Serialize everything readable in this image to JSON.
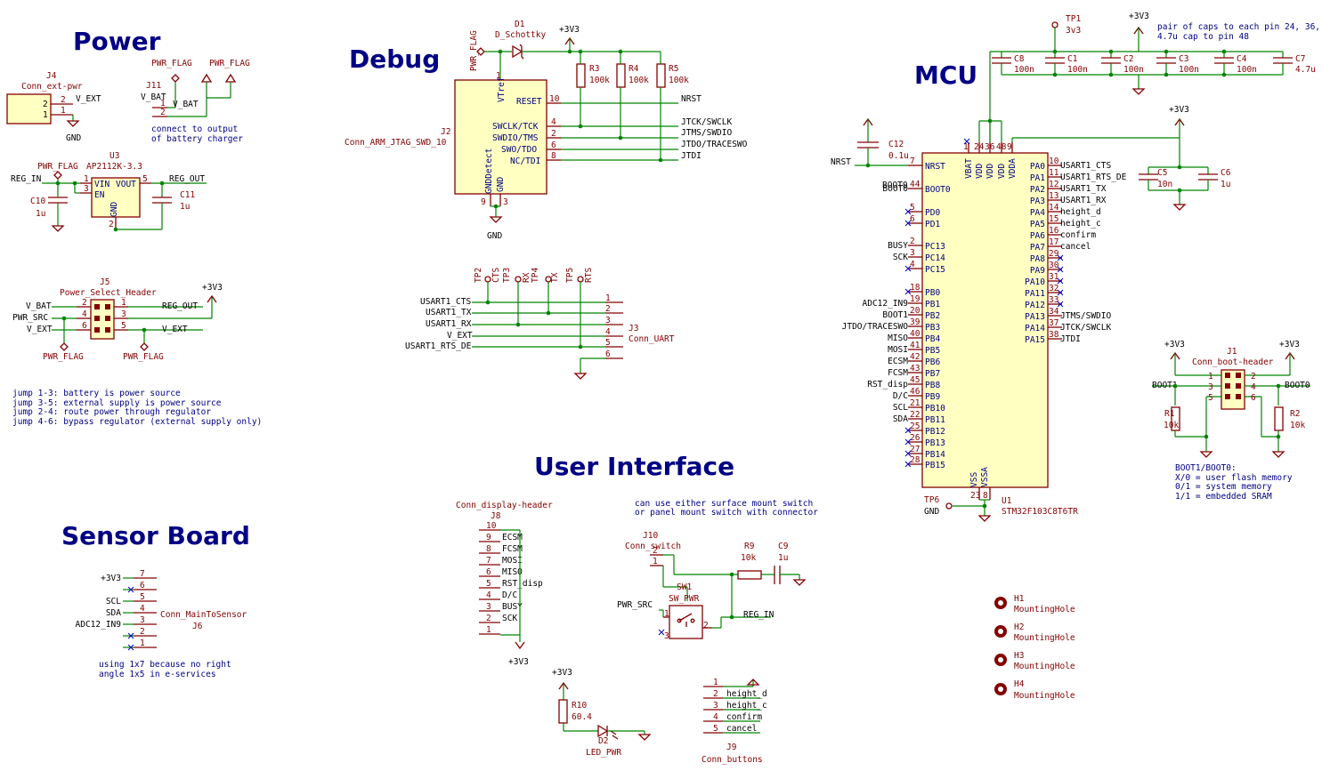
{
  "titles": {
    "power": "Power",
    "debug": "Debug",
    "mcu": "MCU",
    "ui": "User Interface",
    "sensor": "Sensor Board"
  },
  "power": {
    "j4_ref": "J4",
    "j4_val": "Conn_ext-pwr",
    "j4_net": "V_EXT",
    "j4_gnd": "GND",
    "pwr_flag": "PWR_FLAG",
    "j11_ref": "J11",
    "j11_val": "V_BAT",
    "j11_net": "V_BAT",
    "j11_note1": "connect to output",
    "j11_note2": "of battery charger",
    "u3_ref": "U3",
    "u3_val": "AP2112K-3.3",
    "reg_in": "REG_IN",
    "reg_out": "REG_OUT",
    "u3_vin": "VIN",
    "u3_en": "EN",
    "u3_vout": "VOUT",
    "u3_gnd": "GND",
    "c10_ref": "C10",
    "c10_val": "1u",
    "c11_ref": "C11",
    "c11_val": "1u",
    "j5_ref": "J5",
    "j5_val": "Power_Select_Header",
    "v3v3": "+3V3",
    "j5_vbat": "V_BAT",
    "j5_pwrsrc": "PWR_SRC",
    "j5_vext": "V_EXT",
    "j5_regout": "REG_OUT",
    "j5_vext2": "V_EXT",
    "notes": [
      "jump 1-3: battery is power source",
      "jump 3-5: external supply is power source",
      "jump 2-4: route power through regulator",
      "jump 4-6: bypass regulator (external supply only)"
    ]
  },
  "debug": {
    "pwr_flag": "PWR_FLAG",
    "d1_ref": "D1",
    "d1_val": "D_Schottky",
    "v3v3": "+3V3",
    "r3_ref": "R3",
    "r3_val": "100k",
    "r4_ref": "R4",
    "r4_val": "100k",
    "r5_ref": "R5",
    "r5_val": "100k",
    "j2_ref": "J2",
    "j2_val": "Conn_ARM_JTAG_SWD_10",
    "j2_vtref": "VTref",
    "j2_reset": "RESET",
    "j2_pins": [
      "SWCLK/TCK",
      "SWDIO/TMS",
      "SWO/TDO",
      "NC/TDI"
    ],
    "j2_gnddet": "GNDDetect",
    "j2_gnd": "GND",
    "nets": [
      "NRST",
      "JTCK/SWCLK",
      "JTMS/SWDIO",
      "JTDO/TRACESWO",
      "JTDI"
    ],
    "gnd": "GND",
    "tps": [
      "TP2",
      "TP3",
      "TP4",
      "TP5"
    ],
    "tp_labels": [
      "CTS",
      "RX",
      "TX",
      "RTS"
    ],
    "j3_nets": [
      "USART1_CTS",
      "USART1_TX",
      "USART1_RX",
      "V_EXT",
      "USART1_RTS_DE"
    ],
    "j3_ref": "J3",
    "j3_val": "Conn_UART"
  },
  "mcu": {
    "tp1_ref": "TP1",
    "tp1_val": "3v3",
    "v3v3": "+3V3",
    "cap_note1": "pair of caps to each pin 24, 36, 48",
    "cap_note2": "4.7u cap to pin 48",
    "caps": [
      {
        "ref": "C8",
        "val": "100n"
      },
      {
        "ref": "C1",
        "val": "100n"
      },
      {
        "ref": "C2",
        "val": "100n"
      },
      {
        "ref": "C3",
        "val": "100n"
      },
      {
        "ref": "C4",
        "val": "100n"
      },
      {
        "ref": "C7",
        "val": "4.7u"
      }
    ],
    "c12_ref": "C12",
    "c12_val": "0.1u",
    "nrst": "NRST",
    "boot0": "BOOT0",
    "c5_ref": "C5",
    "c5_val": "10n",
    "c6_ref": "C6",
    "c6_val": "1u",
    "u1_ref": "U1",
    "u1_val": "STM32F103C8T6TR",
    "top_pins": [
      "VBAT",
      "VDD",
      "VDD",
      "VDD",
      "VDDA"
    ],
    "left_pins": [
      "NRST",
      "BOOT0",
      "PD0",
      "PD1",
      "PC13",
      "PC14",
      "PC15",
      "PB0",
      "PB1",
      "PB2",
      "PB3",
      "PB4",
      "PB5",
      "PB6",
      "PB7",
      "PB8",
      "PB9",
      "PB10",
      "PB11",
      "PB12",
      "PB13",
      "PB14",
      "PB15"
    ],
    "left_nums": [
      "7",
      "44",
      "5",
      "6",
      "2",
      "3",
      "4",
      "18",
      "19",
      "20",
      "39",
      "40",
      "41",
      "42",
      "43",
      "45",
      "46",
      "21",
      "22",
      "25",
      "26",
      "27",
      "28"
    ],
    "left_nets": [
      "",
      "BOOT0",
      "",
      "",
      "BUSY",
      "SCK",
      "",
      "",
      "ADC12_IN9",
      "BOOT1",
      "JTDO/TRACESWO",
      "MISO",
      "MOSI",
      "ECSM",
      "FCSM",
      "RST_disp",
      "D/C",
      "SCL",
      "SDA",
      "",
      "",
      "",
      ""
    ],
    "right_pins": [
      "PA0",
      "PA1",
      "PA2",
      "PA3",
      "PA4",
      "PA5",
      "PA6",
      "PA7",
      "PA8",
      "PA9",
      "PA10",
      "PA11",
      "PA12",
      "PA13",
      "PA14",
      "PA15"
    ],
    "right_nums": [
      "10",
      "11",
      "12",
      "13",
      "14",
      "15",
      "16",
      "17",
      "29",
      "30",
      "31",
      "32",
      "33",
      "34",
      "37",
      "38"
    ],
    "right_nets": [
      "USART1_CTS",
      "USART1_RTS_DE",
      "USART1_TX",
      "USART1_RX",
      "height_d",
      "height_c",
      "confirm",
      "cancel",
      "",
      "",
      "",
      "",
      "",
      "JTMS/SWDIO",
      "JTCK/SWCLK",
      "JTDI"
    ],
    "bottom_pins": [
      "VSS",
      "VSSA"
    ],
    "tp6_ref": "TP6",
    "tp6_val": "GND",
    "j1_ref": "J1",
    "j1_val": "Conn_boot-header",
    "boot1": "BOOT1",
    "r1_ref": "R1",
    "r1_val": "10k",
    "r2_ref": "R2",
    "r2_val": "10k",
    "boot_notes": [
      "BOOT1/BOOT0:",
      "X/0 = user flash memory",
      "0/1 = system memory",
      "1/1 = embedded SRAM"
    ],
    "holes": [
      {
        "ref": "H1",
        "val": "MountingHole"
      },
      {
        "ref": "H2",
        "val": "MountingHole"
      },
      {
        "ref": "H3",
        "val": "MountingHole"
      },
      {
        "ref": "H4",
        "val": "MountingHole"
      }
    ]
  },
  "ui": {
    "j8_hdr": "Conn_display-header",
    "j8_ref": "J8",
    "j8_nets": [
      "",
      "ECSM",
      "FCSM",
      "MOSI",
      "MISO",
      "RST_disp",
      "D/C",
      "BUSY",
      "SCK",
      ""
    ],
    "v3v3": "+3V3",
    "sw_note1": "can use either surface mount switch",
    "sw_note2": "or panel mount switch with connector",
    "j10_ref": "J10",
    "j10_val": "Conn_switch",
    "r9_ref": "R9",
    "r9_val": "10k",
    "c9_ref": "C9",
    "c9_val": "1u",
    "sw1_ref": "SW1",
    "sw1_val": "SW_PWR",
    "pwr_src": "PWR_SRC",
    "reg_in": "REG_IN",
    "r10_ref": "R10",
    "r10_val": "60.4",
    "d2_ref": "D2",
    "d2_val": "LED_PWR",
    "j9_nets": [
      "",
      "height_d",
      "height_c",
      "confirm",
      "cancel"
    ],
    "j9_ref": "J9",
    "j9_val": "Conn_buttons"
  },
  "sensor": {
    "j6_nets": [
      "+3V3",
      "",
      "SCL",
      "SDA",
      "ADC12_IN9",
      "",
      ""
    ],
    "j6_val": "Conn_MainToSensor",
    "j6_ref": "J6",
    "notes": [
      "using 1x7 because no right",
      "angle 1x5 in e-services"
    ]
  }
}
